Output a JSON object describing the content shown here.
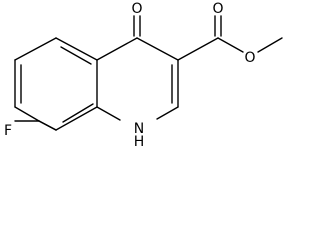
{
  "molecule": {
    "atoms": {
      "oxygen_ketone": "O",
      "oxygen_ester_carbonyl": "O",
      "oxygen_ester_ether": "O",
      "fluorine": "F",
      "nitrogen": "N",
      "nitrogen_hydrogen": "H"
    }
  }
}
